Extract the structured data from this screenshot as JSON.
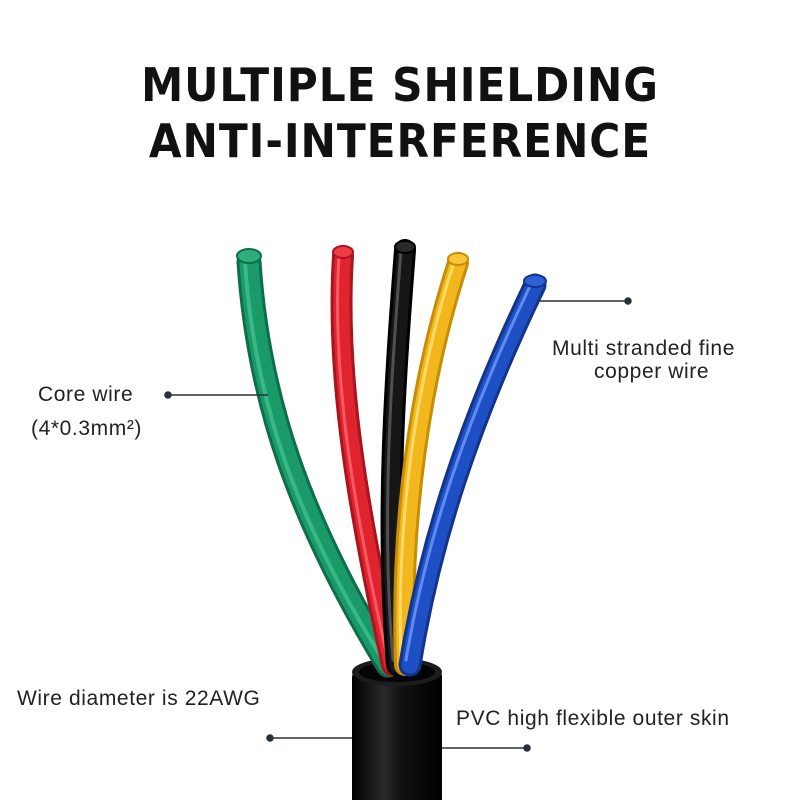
{
  "title": {
    "line1": "MULTIPLE SHIELDING",
    "line2": "ANTI-INTERFERENCE"
  },
  "labels": {
    "core_wire": "Core wire",
    "core_spec": "(4*0.3mm²)",
    "stranded_line1": "Multi stranded fine",
    "stranded_line2": "copper wire",
    "diameter": "Wire diameter is 22AWG",
    "outer_skin": "PVC high flexible outer skin"
  },
  "colors": {
    "green": "#1a9a6a",
    "red": "#e0242f",
    "black": "#161616",
    "yellow": "#f2b71c",
    "blue": "#1f4fc4",
    "jacket": "#0e0e0e",
    "leader": "#2a2f3a"
  }
}
